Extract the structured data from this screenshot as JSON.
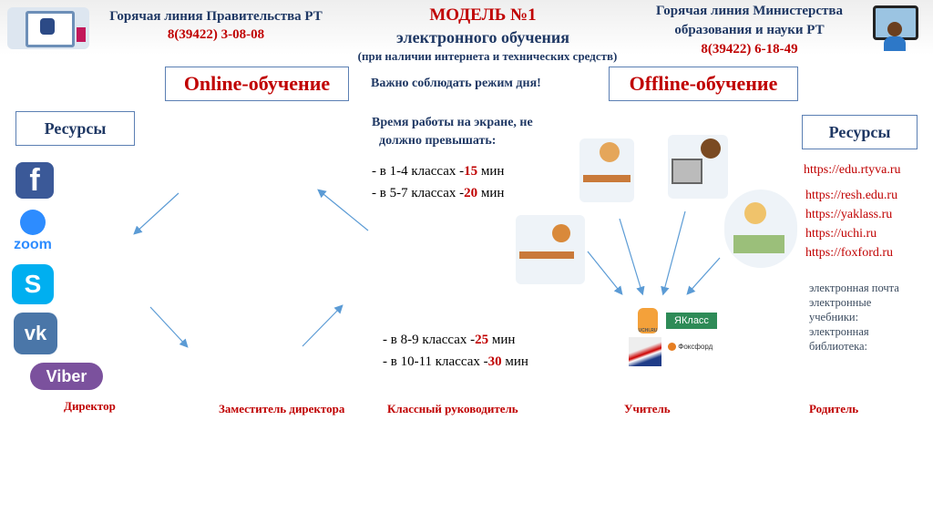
{
  "header": {
    "left_title": "Горячая линия Правительства РТ",
    "left_phone": "8(39422) 3-08-08",
    "center_title": "МОДЕЛЬ №1",
    "center_sub": "электронного обучения",
    "center_note": "(при наличии интернета и технических средств)",
    "right_title_1": "Горячая линия Министерства",
    "right_title_2": "образования и науки РТ",
    "right_phone": "8(39422) 6-18-49"
  },
  "online_label": "Online-обучение",
  "offline_label": "Offline-обучение",
  "regime": "Важно соблюдать режим дня!",
  "screen_time": {
    "heading_1": "Время работы на экране, не",
    "heading_2": "должно превышать:",
    "rows": [
      {
        "pre": "- в 1-4 классах -",
        "val": "15",
        "unit": " мин"
      },
      {
        "pre": "- в 5-7 классах -",
        "val": "20",
        "unit": " мин"
      },
      {
        "pre": "- в 8-9 классах -",
        "val": "25",
        "unit": " мин"
      },
      {
        "pre": "- в 10-11 классах -",
        "val": "30",
        "unit": " мин"
      }
    ]
  },
  "left_resources": {
    "title": "Ресурсы",
    "icons": [
      "facebook-icon",
      "zoom-icon",
      "skype-icon",
      "vk-icon",
      "viber-icon"
    ],
    "zoom_text": "zoom",
    "viber_text": "Viber",
    "vk_text": "vk",
    "fb_text": "f",
    "skype_text": "S"
  },
  "right_resources": {
    "title": "Ресурсы",
    "links": [
      "https://edu.rtyva.ru",
      "https://resh.edu.ru",
      "https://yaklass.ru",
      "https://uchi.ru",
      "https://foxford.ru"
    ],
    "notes": [
      "электронная почта",
      "электронные",
      "учебники:",
      "электронная",
      "библиотека:"
    ]
  },
  "logos": {
    "yaklass": "ЯКласс",
    "foxford": "Фоксфорд",
    "uchi": "UCHI.RU"
  },
  "roles": [
    "Директор",
    "Заместитель директора",
    "Классный руководитель",
    "Учитель",
    "Родитель"
  ],
  "colors": {
    "blue": "#1f3864",
    "red": "#c00000"
  }
}
